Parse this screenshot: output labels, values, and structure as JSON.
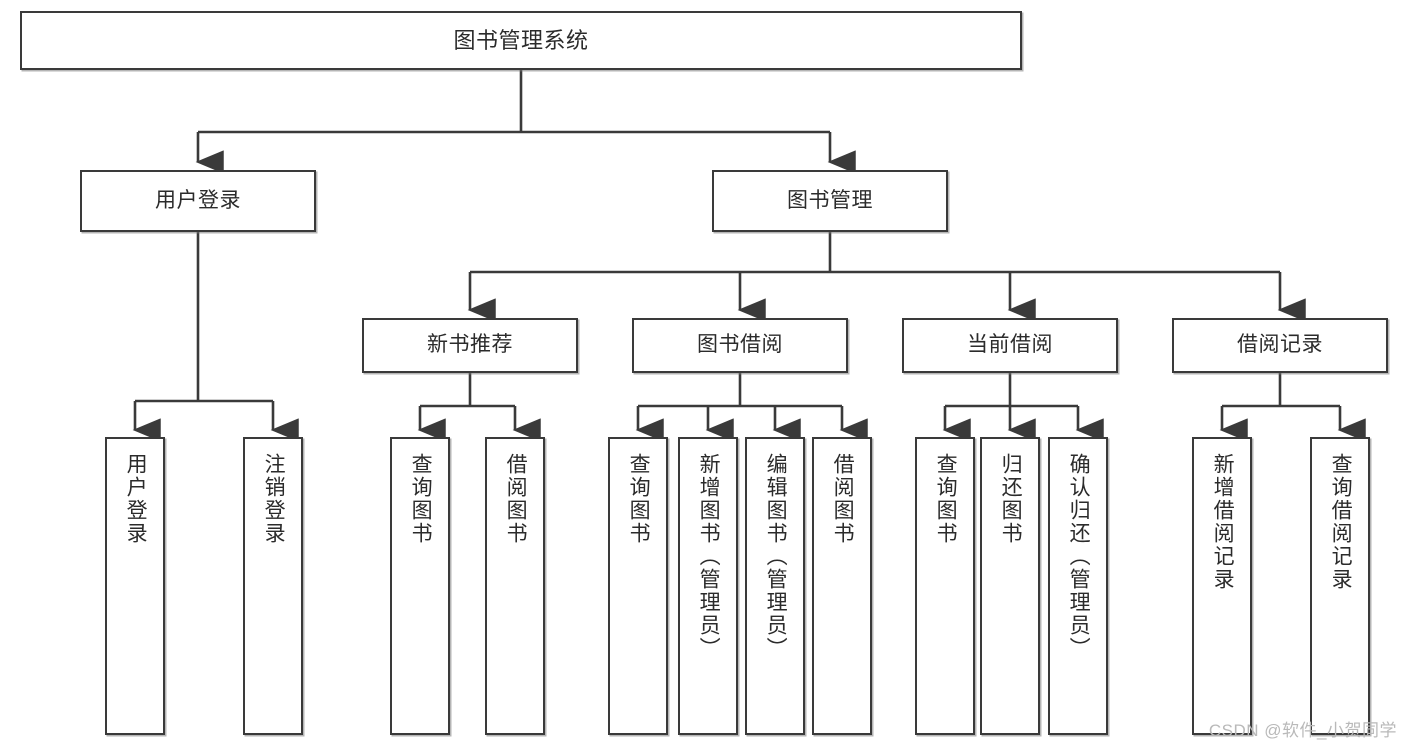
{
  "diagram": {
    "type": "tree-hierarchy",
    "title": "图书管理系统",
    "watermark": "CSDN @软件_小贺同学",
    "colors": {
      "stroke": "#3a3a3a",
      "fill": "#ffffff",
      "text": "#2b2b2b",
      "watermark": "#b9b9b9"
    },
    "nodes": {
      "root": {
        "label": "图书管理系统"
      },
      "level2": [
        {
          "id": "user-login",
          "label": "用户登录"
        },
        {
          "id": "book-management",
          "label": "图书管理"
        }
      ],
      "level3": [
        {
          "id": "new-book-recommend",
          "label": "新书推荐"
        },
        {
          "id": "book-borrow",
          "label": "图书借阅"
        },
        {
          "id": "current-borrow",
          "label": "当前借阅"
        },
        {
          "id": "borrow-record",
          "label": "借阅记录"
        }
      ],
      "leaves": {
        "user-login": [
          {
            "id": "leaf-user-login",
            "label": "用户登录"
          },
          {
            "id": "leaf-logout-login",
            "label": "注销登录"
          }
        ],
        "new-book-recommend": [
          {
            "id": "leaf-query-book-1",
            "label": "查询图书"
          },
          {
            "id": "leaf-borrow-book-1",
            "label": "借阅图书"
          }
        ],
        "book-borrow": [
          {
            "id": "leaf-query-book-2",
            "label": "查询图书"
          },
          {
            "id": "leaf-add-book",
            "label": "新增图书（管理员）"
          },
          {
            "id": "leaf-edit-book",
            "label": "编辑图书（管理员）"
          },
          {
            "id": "leaf-borrow-book-2",
            "label": "借阅图书"
          }
        ],
        "current-borrow": [
          {
            "id": "leaf-query-book-3",
            "label": "查询图书"
          },
          {
            "id": "leaf-return-book",
            "label": "归还图书"
          },
          {
            "id": "leaf-confirm-return",
            "label": "确认归还（管理员）"
          }
        ],
        "borrow-record": [
          {
            "id": "leaf-add-record",
            "label": "新增借阅记录"
          },
          {
            "id": "leaf-query-record",
            "label": "查询借阅记录"
          }
        ]
      }
    }
  }
}
